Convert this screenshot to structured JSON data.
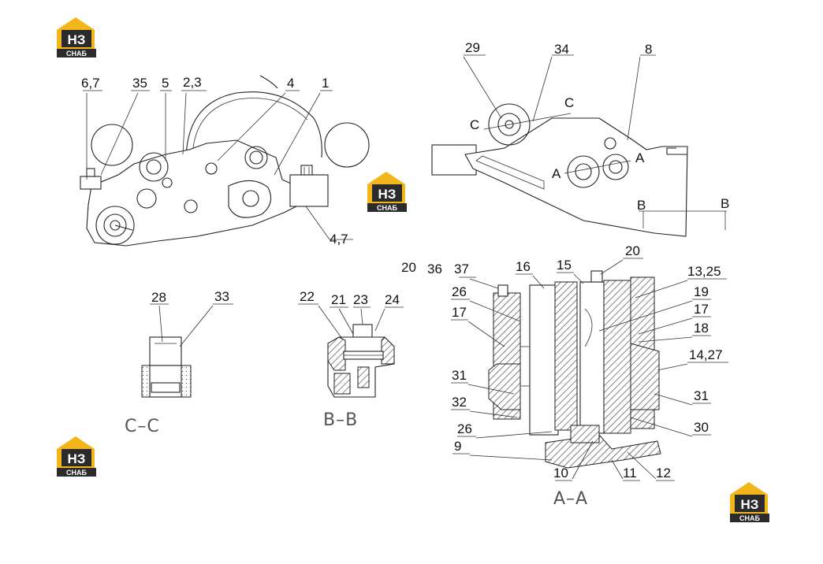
{
  "logo": {
    "mark": "НЗ",
    "sub": "СНАБ",
    "accent": "#f2b51c",
    "dark": "#2b2b2b"
  },
  "callouts": {
    "c67": "6,7",
    "c35": "35",
    "c5": "5",
    "c23": "2,3",
    "c4": "4",
    "c1": "1",
    "c47": "4,7",
    "c29": "29",
    "c34": "34",
    "c8": "8",
    "c28": "28",
    "c33": "33",
    "c22": "22",
    "c21": "21",
    "c23b": "23",
    "c24": "24",
    "c20a": "20",
    "c36": "36",
    "c37": "37",
    "c16": "16",
    "c15": "15",
    "c20b": "20",
    "c1325": "13,25",
    "c26a": "26",
    "c19": "19",
    "c17a": "17",
    "c17b": "17",
    "c18": "18",
    "c1427": "14,27",
    "c31a": "31",
    "c31b": "31",
    "c32": "32",
    "c26b": "26",
    "c30": "30",
    "c9": "9",
    "c10": "10",
    "c11": "11",
    "c12": "12"
  },
  "markers": {
    "C": "C",
    "A": "A",
    "B": "B"
  },
  "sections": {
    "cc": "C–C",
    "bb": "B–B",
    "aa": "A–A"
  }
}
